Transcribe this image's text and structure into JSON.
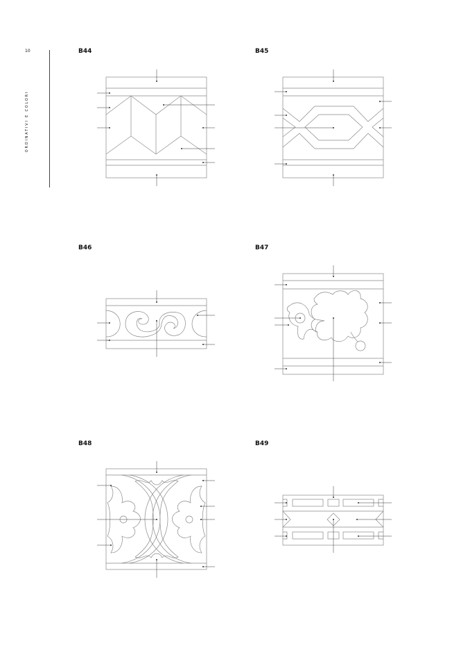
{
  "page_number": "10",
  "side_label": "ORDINATIVI E COLORI",
  "tiles": [
    {
      "code": "B44"
    },
    {
      "code": "B45"
    },
    {
      "code": "B46"
    },
    {
      "code": "B47"
    },
    {
      "code": "B48"
    },
    {
      "code": "B49"
    }
  ]
}
